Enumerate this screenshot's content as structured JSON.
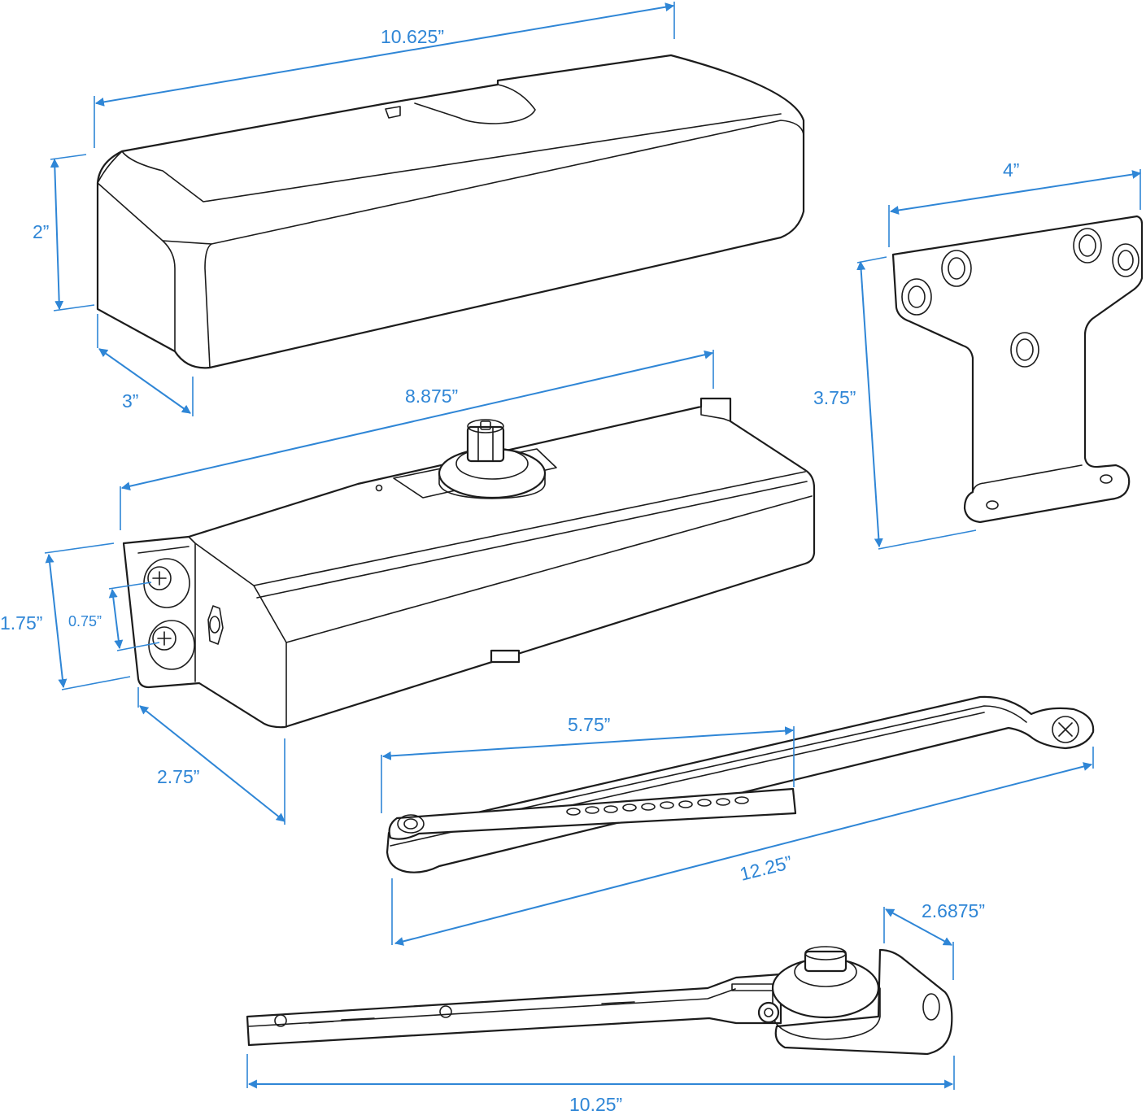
{
  "colors": {
    "dimension": "#2f86d6",
    "outline": "#1c1c1c",
    "background": "#ffffff"
  },
  "parts": {
    "cover": {
      "length": "10.625”",
      "height": "2”",
      "depth": "3”"
    },
    "mounting_bracket": {
      "width": "4”",
      "height": "3.75”"
    },
    "closer_body": {
      "length": "8.875”",
      "height": "1.75”",
      "hole_spacing": "0.75”",
      "depth": "2.75”"
    },
    "standard_arm": {
      "forearm_length": "5.75”",
      "overall_length": "12.25”"
    },
    "parallel_arm": {
      "overall_length": "10.25”",
      "shoe_depth": "2.6875”"
    }
  }
}
